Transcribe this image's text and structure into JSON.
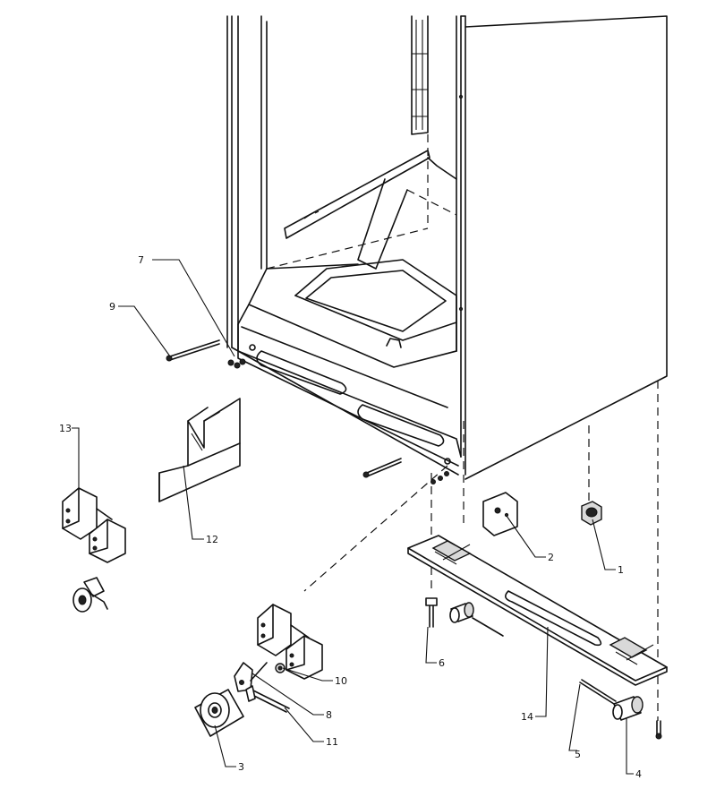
{
  "callouts": [
    {
      "id": "c1",
      "number": "1",
      "part": "leveling-leg"
    },
    {
      "id": "c2",
      "number": "2",
      "part": "bracket-plate"
    },
    {
      "id": "c3",
      "number": "3",
      "part": "roller-wheel"
    },
    {
      "id": "c4",
      "number": "4",
      "part": "front-roller"
    },
    {
      "id": "c5",
      "number": "5",
      "part": "pin"
    },
    {
      "id": "c6",
      "number": "6",
      "part": "screw"
    },
    {
      "id": "c7",
      "number": "7",
      "part": "screw"
    },
    {
      "id": "c8",
      "number": "8",
      "part": "clip"
    },
    {
      "id": "c9",
      "number": "9",
      "part": "screw"
    },
    {
      "id": "c10",
      "number": "10",
      "part": "nut"
    },
    {
      "id": "c11",
      "number": "11",
      "part": "axle-bolt"
    },
    {
      "id": "c12",
      "number": "12",
      "part": "insulation-block"
    },
    {
      "id": "c13",
      "number": "13",
      "part": "roller-bracket-assembly"
    },
    {
      "id": "c14",
      "number": "14",
      "part": "base-rail"
    }
  ]
}
